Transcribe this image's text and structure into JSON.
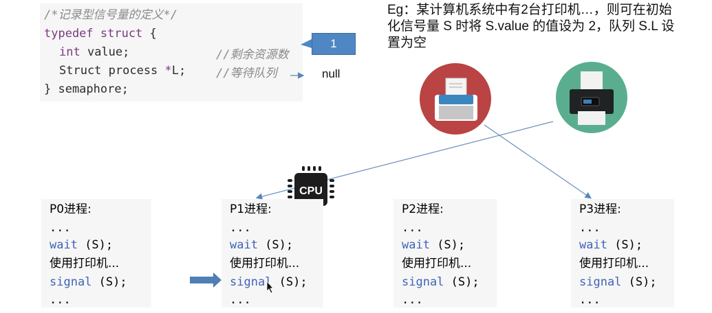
{
  "semaphore_definition": {
    "comment": "/*记录型信号量的定义*/",
    "line1": "typedef struct {",
    "line1_keyword": "typedef struct",
    "line1_rest": " {",
    "line2_type": "int",
    "line2_rest": " value;",
    "line2_comment": "//剩余资源数",
    "line3_code": "Struct process ",
    "line3_ptr": "*",
    "line3_rest": "L;",
    "line3_comment": "//等待队列",
    "line4": "} semaphore;"
  },
  "value_callout": "1",
  "queue_value": "null",
  "example": {
    "line1": "Eg：某计算机系统中有2台打印机…，则可在初始",
    "line2": "化信号量 S 时将 S.value 的值设为 2，队列 S.L 设",
    "line3": "置为空"
  },
  "icons": {
    "printer_1": "printer-icon",
    "printer_2": "printer-icon",
    "cpu": "cpu-icon",
    "cpu_label": "CPU"
  },
  "colors": {
    "keyword": "#7a3a7e",
    "function": "#3f63b8",
    "comment": "#8a8a8a",
    "callout": "#4f87c4",
    "arrow": "#5a86b8",
    "printer_red": "#b94443",
    "printer_green": "#5aae8f"
  },
  "processes": [
    {
      "title": "P0进程:",
      "l1": "...",
      "wait": "wait",
      "wait_arg": " (S);",
      "use": "使用打印机...",
      "signal": "signal",
      "signal_arg": " (S);",
      "l6": "..."
    },
    {
      "title": "P1进程:",
      "l1": "...",
      "wait": "wait",
      "wait_arg": " (S);",
      "use": "使用打印机...",
      "signal": "signal",
      "signal_arg": " (S);",
      "l6": "..."
    },
    {
      "title": "P2进程:",
      "l1": "...",
      "wait": "wait",
      "wait_arg": " (S);",
      "use": "使用打印机...",
      "signal": "signal",
      "signal_arg": " (S);",
      "l6": "..."
    },
    {
      "title": "P3进程:",
      "l1": "...",
      "wait": "wait",
      "wait_arg": " (S);",
      "use": "使用打印机...",
      "signal": "signal",
      "signal_arg": " (S);",
      "l6": "..."
    }
  ],
  "current_line_pointer": {
    "process": "P1",
    "line": "signal (S);"
  }
}
